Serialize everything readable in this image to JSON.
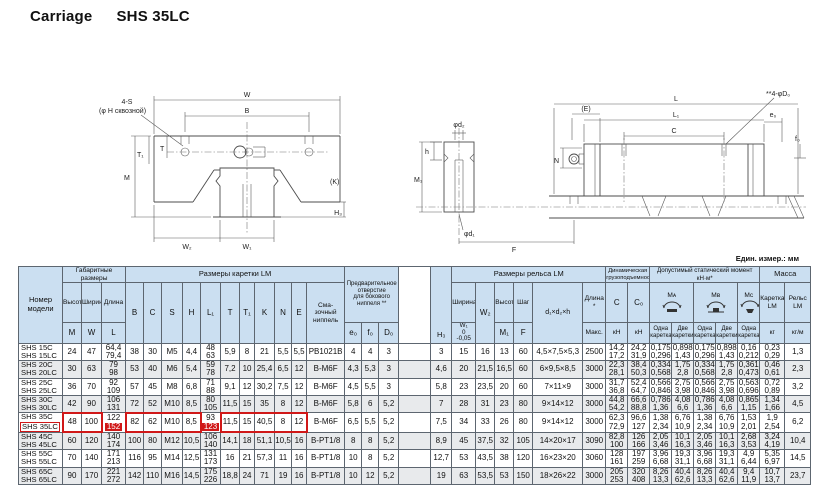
{
  "title": {
    "label": "Carriage",
    "model": "SHS 35LC"
  },
  "units_note": "Един. измер.: мм",
  "drawings": {
    "front": {
      "w": "W",
      "b": "B",
      "holes1": "4-S",
      "holes2": "(φ H сквозной)",
      "t1": "T₁",
      "t": "T",
      "m": "M",
      "k": "(K)",
      "h3": "H₃",
      "w2": "W₂",
      "w1": "W₁"
    },
    "side": {
      "e": "(E)",
      "l": "L",
      "l1": "L₁",
      "c": "C",
      "e0": "e₀",
      "d0": "**4-φD₀",
      "f0": "f₀",
      "n": "N",
      "d2": "φd₂",
      "h": "h",
      "m1": "M₁",
      "d1": "φd₁",
      "f": "F"
    }
  },
  "table": {
    "header": {
      "model": "Номер\nмодели",
      "overall": {
        "title": "Габаритные размеры",
        "cols": [
          {
            "top": "Высота",
            "letter": "M"
          },
          {
            "top": "Ширина",
            "letter": "W"
          },
          {
            "top": "Длина",
            "letter": "L"
          }
        ]
      },
      "carriage": {
        "title": "Размеры каретки LM",
        "letters": [
          "B",
          "C",
          "S",
          "H",
          "L₁",
          "T",
          "T₁",
          "K",
          "N",
          "E"
        ],
        "nipple": "Сма-\nзочный\nниппель"
      },
      "prehole": {
        "title": "Предварительное отверстие\nдля бокового ниппеля **",
        "letters": [
          "e₀",
          "f₀",
          "D₀"
        ]
      },
      "h3": "H₃",
      "rail": {
        "title": "Размеры рельса LM",
        "w1_top": "Ширина",
        "w1": "W₁\n0\n-0,05",
        "w2": "W₂",
        "m1_top": "Высота",
        "m1": "M₁",
        "f_top": "Шаг",
        "f": "F",
        "d": "d₁×d₂×h",
        "len_top": "Длина *",
        "len": "Макс."
      },
      "dynamic": {
        "title": "Динамическая\nгрузоподъемность",
        "c": "C",
        "c0": "C₀",
        "unit": "кН"
      },
      "moment": {
        "title": "Допустимый статический момент кН·м*",
        "ma": "Mᴀ",
        "mb": "Mʙ",
        "mc": "Mᴄ",
        "one": "Одна\nкаретка",
        "two": "Две\nкаретки"
      },
      "mass": {
        "title": "Масса",
        "car": "Каретка\nLM",
        "rail": "Рельс\nLM",
        "car_unit": "кг",
        "rail_unit": "кг/м"
      }
    },
    "rows": [
      {
        "cells": [
          "SHS 15C\nSHS 15LC",
          "24",
          "47",
          "64,4\n79,4",
          "38",
          "30",
          "M5",
          "4,4",
          "48\n63",
          "5,9",
          "8",
          "21",
          "5,5",
          "5,5",
          "PB1021B",
          "4",
          "4",
          "3",
          "",
          "3",
          "15",
          "16",
          "13",
          "60",
          "4,5×7,5×5,3",
          "2500",
          "14,2\n17,2",
          "24,2\n31,9",
          "0,175\n0,296",
          "0,898\n1,43",
          "0,175\n0,296",
          "0,898\n1,43",
          "0,16\n0,212",
          "0,23\n0,29",
          "1,3"
        ]
      },
      {
        "cells": [
          "SHS 20C\nSHS 20LC",
          "30",
          "63",
          "79\n98",
          "53",
          "40",
          "M6",
          "5,4",
          "59\n78",
          "7,2",
          "10",
          "25,4",
          "6,5",
          "12",
          "B-M6F",
          "4,3",
          "5,3",
          "3",
          "",
          "4,6",
          "20",
          "21,5",
          "16,5",
          "60",
          "6×9,5×8,5",
          "3000",
          "22,3\n28,1",
          "38,4\n50,3",
          "0,334\n0,568",
          "1,75\n2,8",
          "0,334\n0,568",
          "1,75\n2,8",
          "0,361\n0,473",
          "0,46\n0,61",
          "2,3"
        ]
      },
      {
        "cells": [
          "SHS 25C\nSHS 25LC",
          "36",
          "70",
          "92\n109",
          "57",
          "45",
          "M8",
          "6,8",
          "71\n88",
          "9,1",
          "12",
          "30,2",
          "7,5",
          "12",
          "B-M6F",
          "4,5",
          "5,5",
          "3",
          "",
          "5,8",
          "23",
          "23,5",
          "20",
          "60",
          "7×11×9",
          "3000",
          "31,7\n36,8",
          "52,4\n64,7",
          "0,566\n0,846",
          "2,75\n3,98",
          "0,566\n0,846",
          "2,75\n3,98",
          "0,563\n0,696",
          "0,72\n0,89",
          "3,2"
        ]
      },
      {
        "cells": [
          "SHS 30C\nSHS 30LC",
          "42",
          "90",
          "106\n131",
          "72",
          "52",
          "M10",
          "8,5",
          "80\n105",
          "11,5",
          "15",
          "35",
          "8",
          "12",
          "B-M6F",
          "5,8",
          "6",
          "5,2",
          "",
          "7",
          "28",
          "31",
          "23",
          "80",
          "9×14×12",
          "3000",
          "44,8\n54,2",
          "66,6\n88,8",
          "0,786\n1,36",
          "4,08\n6,6",
          "0,786\n1,36",
          "4,08\n6,6",
          "0,865\n1,15",
          "1,34\n1,66",
          "4,5"
        ]
      },
      {
        "cells": [
          "SHS 35C\nSHS 35LC",
          "48",
          "100",
          "122\n152",
          "82",
          "62",
          "M10",
          "8,5",
          "93\n123",
          "11,5",
          "15",
          "40,5",
          "8",
          "12",
          "B-M6F",
          "6,5",
          "5,5",
          "5,2",
          "",
          "7,5",
          "34",
          "33",
          "26",
          "80",
          "9×14×12",
          "3000",
          "62,3\n72,9",
          "96,6\n127",
          "1,38\n2,34",
          "6,76\n10,9",
          "1,38\n2,34",
          "6,76\n10,9",
          "1,53\n2,01",
          "1,9\n2,54",
          "6,2"
        ],
        "hl": {
          "0": "model2",
          "1": "gs",
          "2": "ge",
          "3": "fill2",
          "4": "gs",
          "5": "gm",
          "6": "gm",
          "7": "ge",
          "8": "fill2",
          "9": "gs",
          "10": "gm",
          "11": "gm",
          "12": "gm",
          "13": "ge"
        }
      },
      {
        "cells": [
          "SHS 45C\nSHS 45LC",
          "60",
          "120",
          "140\n174",
          "100",
          "80",
          "M12",
          "10,5",
          "106\n140",
          "14,1",
          "18",
          "51,1",
          "10,5",
          "16",
          "B-PT1/8",
          "8",
          "8",
          "5,2",
          "",
          "8,9",
          "45",
          "37,5",
          "32",
          "105",
          "14×20×17",
          "3090",
          "82,8\n100",
          "126\n166",
          "2,05\n3,46",
          "10,1\n16,3",
          "2,05\n3,46",
          "10,1\n16,3",
          "2,68\n3,53",
          "3,24\n4,19",
          "10,4"
        ]
      },
      {
        "cells": [
          "SHS 55C\nSHS 55LC",
          "70",
          "140",
          "171\n213",
          "116",
          "95",
          "M14",
          "12,5",
          "131\n173",
          "16",
          "21",
          "57,3",
          "11",
          "16",
          "B-PT1/8",
          "10",
          "8",
          "5,2",
          "",
          "12,7",
          "53",
          "43,5",
          "38",
          "120",
          "16×23×20",
          "3060",
          "128\n161",
          "197\n259",
          "3,96\n6,68",
          "19,3\n31,1",
          "3,96\n6,68",
          "19,3\n31,1",
          "4,9\n6,44",
          "5,35\n6,97",
          "14,5"
        ]
      },
      {
        "cells": [
          "SHS 65C\nSHS 65LC",
          "90",
          "170",
          "221\n272",
          "142",
          "110",
          "M16",
          "14,5",
          "175\n226",
          "18,8",
          "24",
          "71",
          "19",
          "16",
          "B-PT1/8",
          "10",
          "12",
          "5,2",
          "",
          "19",
          "63",
          "53,5",
          "53",
          "150",
          "18×26×22",
          "3000",
          "205\n253",
          "320\n408",
          "8,26\n13,3",
          "40,4\n62,6",
          "8,26\n13,3",
          "40,4\n62,6",
          "9,4\n11,9",
          "10,7\n13,7",
          "23,7"
        ]
      }
    ]
  }
}
